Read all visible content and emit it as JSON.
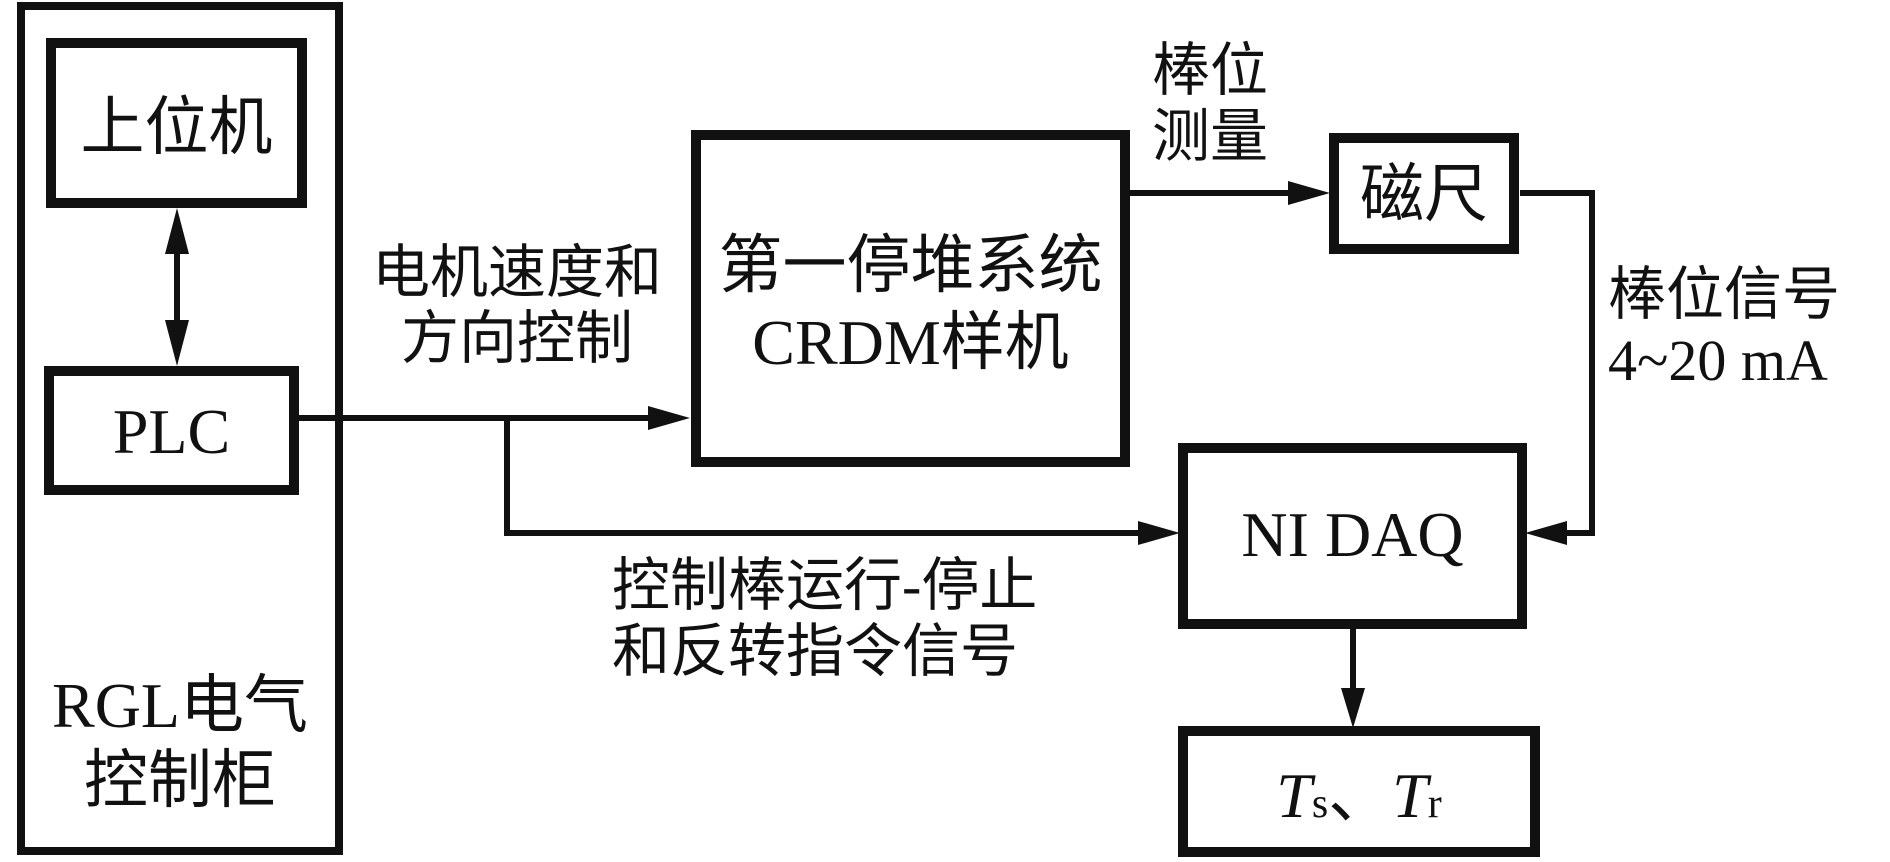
{
  "diagram": {
    "blocks": {
      "cabinet": {
        "label_line1": "RGL电气",
        "label_line2": "控制柜"
      },
      "host": {
        "label": "上位机"
      },
      "plc": {
        "label": "PLC"
      },
      "crdm": {
        "label_line1": "第一停堆系统",
        "label_line2": "CRDM样机"
      },
      "magnetic_scale": {
        "label": "磁尺"
      },
      "daq": {
        "label": "NI DAQ"
      },
      "output": {
        "t1": "T",
        "t1_sub": "s",
        "sep": "、",
        "t2": "T",
        "t2_sub": "r"
      }
    },
    "edges": {
      "plc_to_crdm": {
        "label_line1": "电机速度和",
        "label_line2": "方向控制"
      },
      "crdm_to_scale": {
        "label_line1": "棒位",
        "label_line2": "测量"
      },
      "scale_to_daq": {
        "label_line1": "棒位信号",
        "label_line2": "4~20 mA"
      },
      "plc_to_daq": {
        "label_line1": "控制棒运行-停止",
        "label_line2": "和反转指令信号"
      },
      "host_plc": {
        "direction": "bidirectional"
      },
      "daq_to_output": {
        "direction": "forward"
      }
    },
    "colors": {
      "stroke": "#111111",
      "background": "#ffffff"
    }
  }
}
